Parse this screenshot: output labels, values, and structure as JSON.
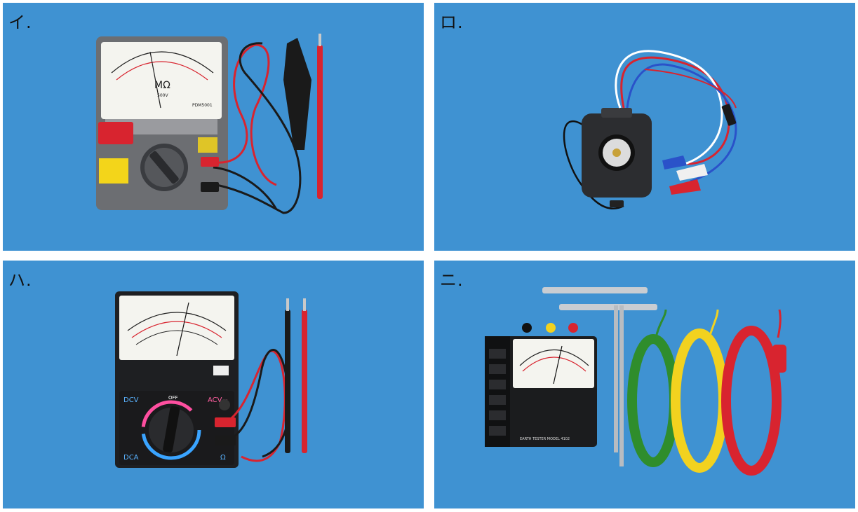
{
  "panels": [
    {
      "label": "イ.",
      "item_icon": "insulation-resistance-tester",
      "meter_unit": "MΩ",
      "meter_sub": "500V",
      "brand": "PDM5001"
    },
    {
      "label": "ロ.",
      "item_icon": "phase-sequence-indicator"
    },
    {
      "label": "ハ.",
      "item_icon": "analog-multimeter",
      "dial_left_top": "DCV",
      "dial_right_top": "ACV~",
      "dial_left_bottom": "DCA",
      "dial_off": "OFF",
      "dial_ohm": "Ω"
    },
    {
      "label": "ニ.",
      "item_icon": "earth-resistance-tester",
      "footer_text": "EARTH TESTER MODEL 4102"
    }
  ],
  "colors": {
    "background": "#3f92d2",
    "lead_red": "#d8242f",
    "lead_black": "#1a1a1a",
    "lead_green": "#2f8d2c",
    "lead_yellow": "#f2d21f",
    "device_grey": "#6c6e72"
  }
}
